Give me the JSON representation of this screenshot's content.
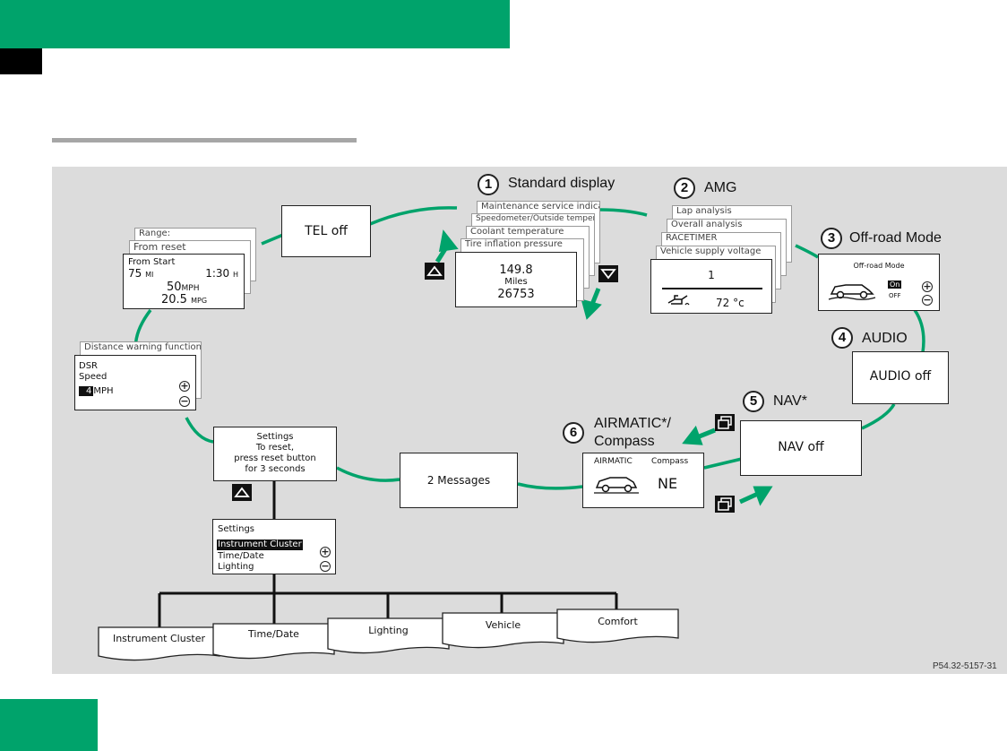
{
  "stack_standard": [
    "Maintenance service indicator",
    "Speedometer/Outside temperature",
    "Coolant temperature",
    "Tire inflation pressure"
  ],
  "standard_screen": {
    "value1": "149.8",
    "unit": "Miles",
    "value2": "26753"
  },
  "callouts": {
    "c1": {
      "num": "1",
      "label": "Standard display"
    },
    "c2": {
      "num": "2",
      "label": "AMG"
    },
    "c3": {
      "num": "3",
      "label": "Off-road Mode"
    },
    "c4": {
      "num": "4",
      "label": "AUDIO"
    },
    "c5": {
      "num": "5",
      "label": "NAV*"
    },
    "c6": {
      "num": "6",
      "label": "AIRMATIC*/"
    },
    "c6b": "Compass"
  },
  "stack_amg": [
    "Lap analysis",
    "Overall analysis",
    "RACETIMER",
    "Vehicle supply voltage"
  ],
  "amg_screen": {
    "top": "1",
    "temp": "72 °c"
  },
  "offroad_screen": {
    "title": "Off-road Mode",
    "on": "On",
    "off": "OFF"
  },
  "audio_screen": "AUDIO off",
  "nav_screen": "NAV off",
  "airmatic_screen": {
    "left": "AIRMATIC",
    "right": "Compass",
    "dir": "NE"
  },
  "messages_screen": "2 Messages",
  "tel_screen": "TEL off",
  "stack_trip": [
    "Range:",
    "From reset"
  ],
  "trip_screen": {
    "title": "From Start",
    "miles": "75",
    "miles_unit": "MI",
    "time": "1:30",
    "time_unit": "H",
    "speed": "50",
    "speed_unit": "MPH",
    "mpg": "20.5",
    "mpg_unit": "MPG"
  },
  "stack_dsr": [
    "Distance warning function*"
  ],
  "dsr_screen": {
    "l1": "DSR",
    "l2": "Speed",
    "value": "4",
    "unit": "MPH"
  },
  "settings_reset": {
    "l1": "Settings",
    "l2": "To reset,",
    "l3": "press reset button",
    "l4": "for 3 seconds"
  },
  "settings_menu": {
    "title": "Settings",
    "items": [
      "Instrument Cluster",
      "Time/Date",
      "Lighting"
    ]
  },
  "tabs": [
    "Instrument Cluster",
    "Time/Date",
    "Lighting",
    "Vehicle",
    "Comfort"
  ],
  "figure_id": "P54.32-5157-31",
  "colors": {
    "header_green": "#00a36b",
    "flow_line": "#00a36b",
    "panel_bg": "#dcdcdc"
  }
}
